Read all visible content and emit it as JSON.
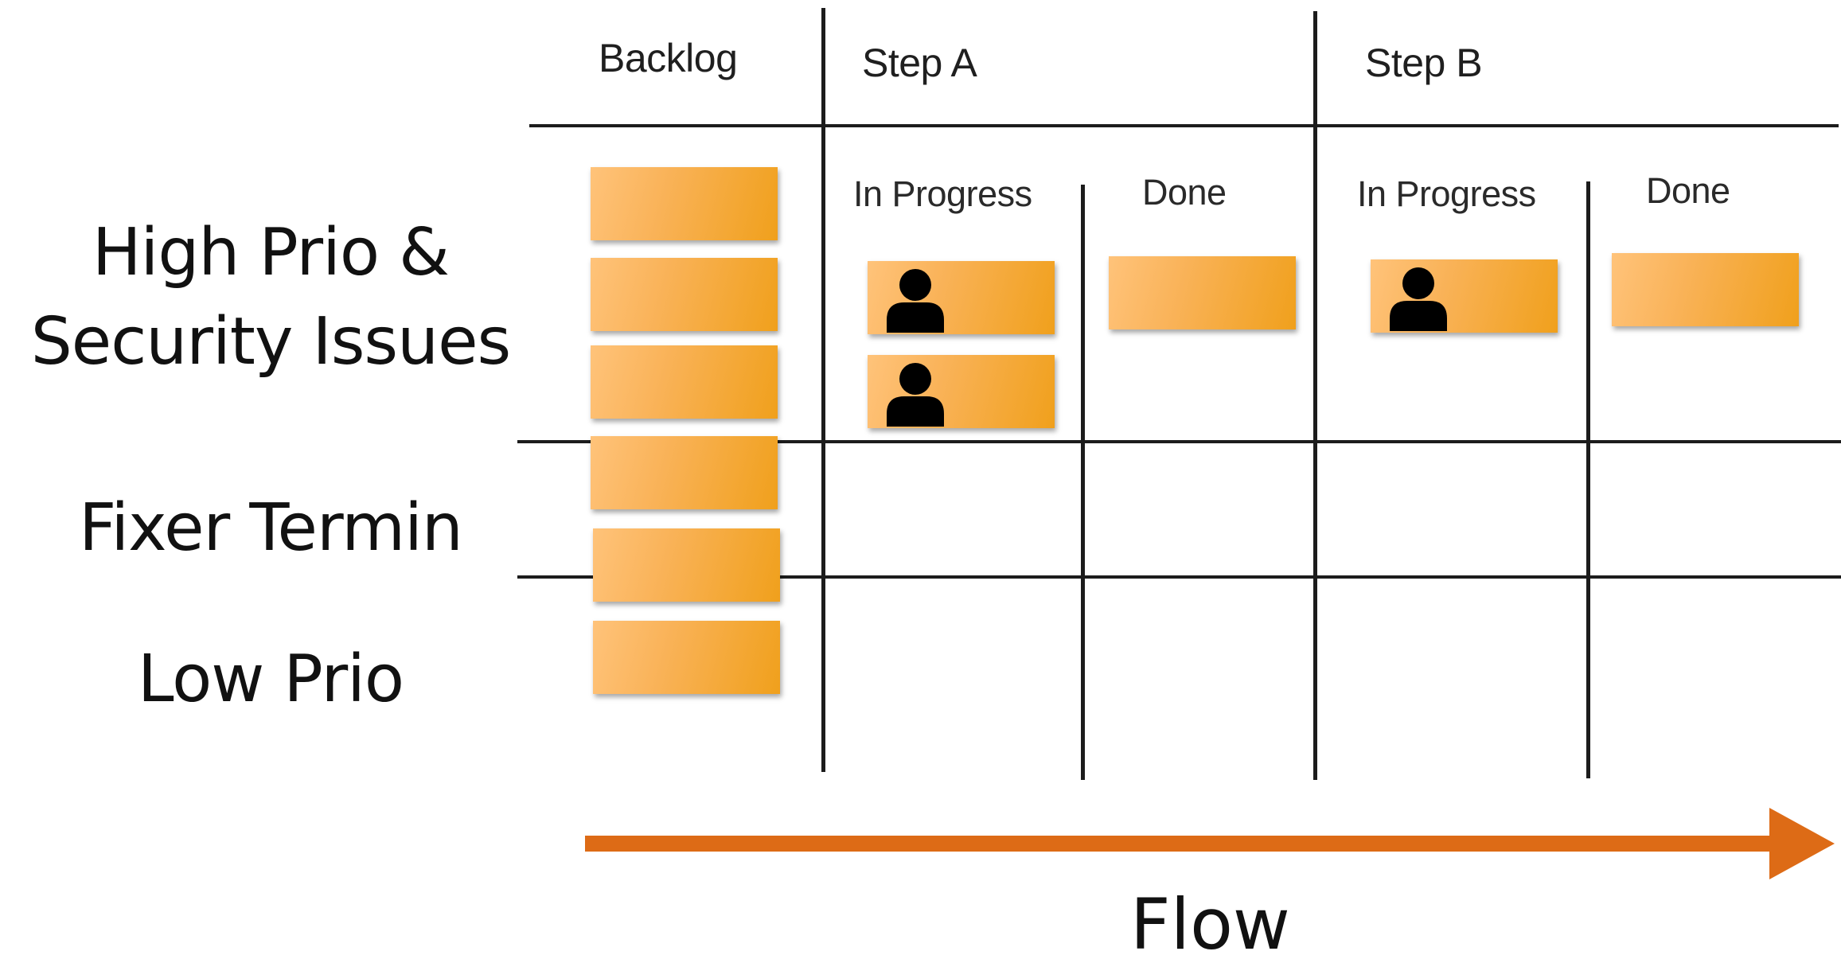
{
  "columns": {
    "backlog": "Backlog",
    "step_a": "Step A",
    "step_b": "Step B"
  },
  "subcolumns": {
    "step_a_in_progress": "In Progress",
    "step_a_done": "Done",
    "step_b_in_progress": "In Progress",
    "step_b_done": "Done"
  },
  "rows": {
    "high_prio_line1": "High Prio &",
    "high_prio_line2": "Security Issues",
    "fixer_termin": "Fixer Termin",
    "low_prio": "Low Prio"
  },
  "flow": {
    "label": "Flow"
  },
  "colors": {
    "card_light": "#ffc37a",
    "card_dark": "#f0a01c",
    "arrow": "#dd6b16",
    "lines": "#1c1c1c",
    "person_icon": "#000000"
  },
  "icons": {
    "assignee": "person-icon"
  }
}
